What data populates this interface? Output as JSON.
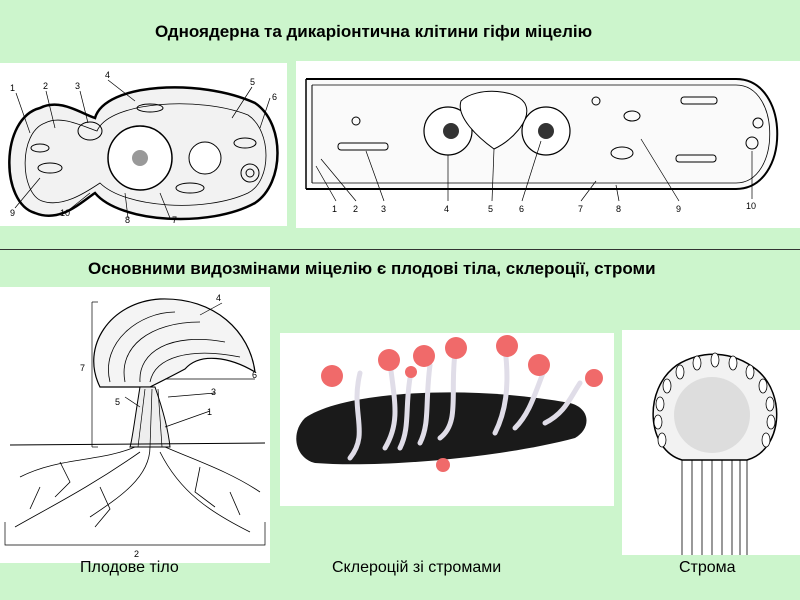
{
  "titles": {
    "top": "Одноядерна та дикаріонтична клітини гіфи міцелію",
    "middle": "Основними видозмінами міцелію є плодові тіла, склероції, строми"
  },
  "diagram1_labels": [
    "1",
    "2",
    "3",
    "4",
    "5",
    "6",
    "7",
    "8",
    "9",
    "10"
  ],
  "diagram2_labels": [
    "1",
    "2",
    "3",
    "4",
    "5",
    "6",
    "7",
    "8",
    "9",
    "10"
  ],
  "diagram3_labels": [
    "4",
    "6",
    "3",
    "5",
    "1",
    "7",
    "2"
  ],
  "captions": {
    "fruit_body": "Плодове тіло",
    "sclerotium": "Склероцій зі стромами",
    "stroma": "Строма"
  },
  "colors": {
    "background": "#ccf5cc",
    "panel": "#ffffff",
    "stroma_heads": "#f06a6a"
  }
}
